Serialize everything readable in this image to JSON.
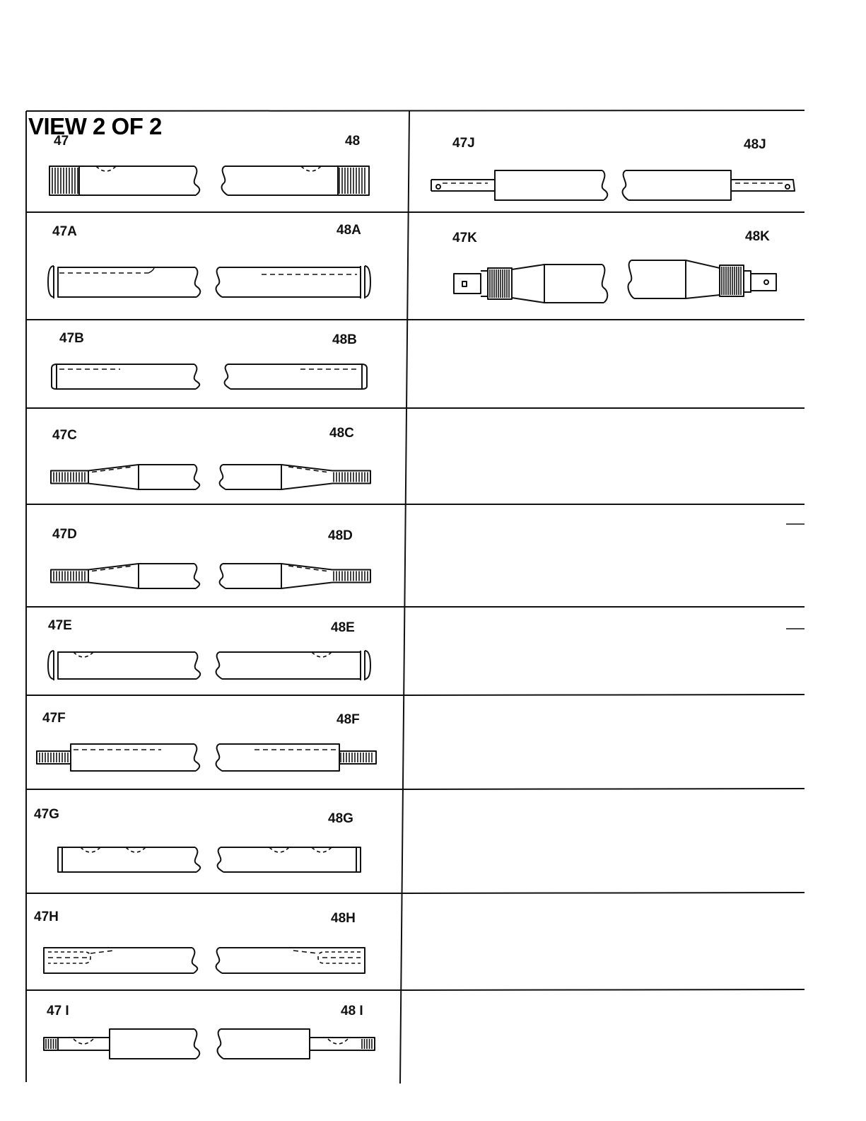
{
  "page": {
    "view_title": "VIEW 2 OF 2",
    "ink_color": "#111111",
    "background": "#ffffff"
  },
  "left_rows": [
    {
      "left_label": "47",
      "right_label": "48",
      "end_style": "threaded-short",
      "grooves": "single-notch"
    },
    {
      "left_label": "47A",
      "right_label": "48A",
      "end_style": "groove-collar",
      "grooves": "long-slot"
    },
    {
      "left_label": "47B",
      "right_label": "48B",
      "end_style": "plain-chamfer",
      "grooves": "long-slot"
    },
    {
      "left_label": "47C",
      "right_label": "48C",
      "end_style": "taper-threaded",
      "grooves": "none"
    },
    {
      "left_label": "47D",
      "right_label": "48D",
      "end_style": "taper-threaded-collar",
      "grooves": "none"
    },
    {
      "left_label": "47E",
      "right_label": "48E",
      "end_style": "groove-collar",
      "grooves": "single-notch"
    },
    {
      "left_label": "47F",
      "right_label": "48F",
      "end_style": "stud-threaded",
      "grooves": "long-slot"
    },
    {
      "left_label": "47G",
      "right_label": "48G",
      "end_style": "plain-flat",
      "grooves": "double-notch"
    },
    {
      "left_label": "47H",
      "right_label": "48H",
      "end_style": "internal-slot",
      "grooves": "slot"
    },
    {
      "left_label": "47 I",
      "right_label": "48 I",
      "end_style": "reduced-threaded",
      "grooves": "notch"
    }
  ],
  "right_rows": [
    {
      "left_label": "47J",
      "right_label": "48J",
      "end_style": "flat-tab-pin"
    },
    {
      "left_label": "47K",
      "right_label": "48K",
      "end_style": "knurled-tab"
    }
  ]
}
